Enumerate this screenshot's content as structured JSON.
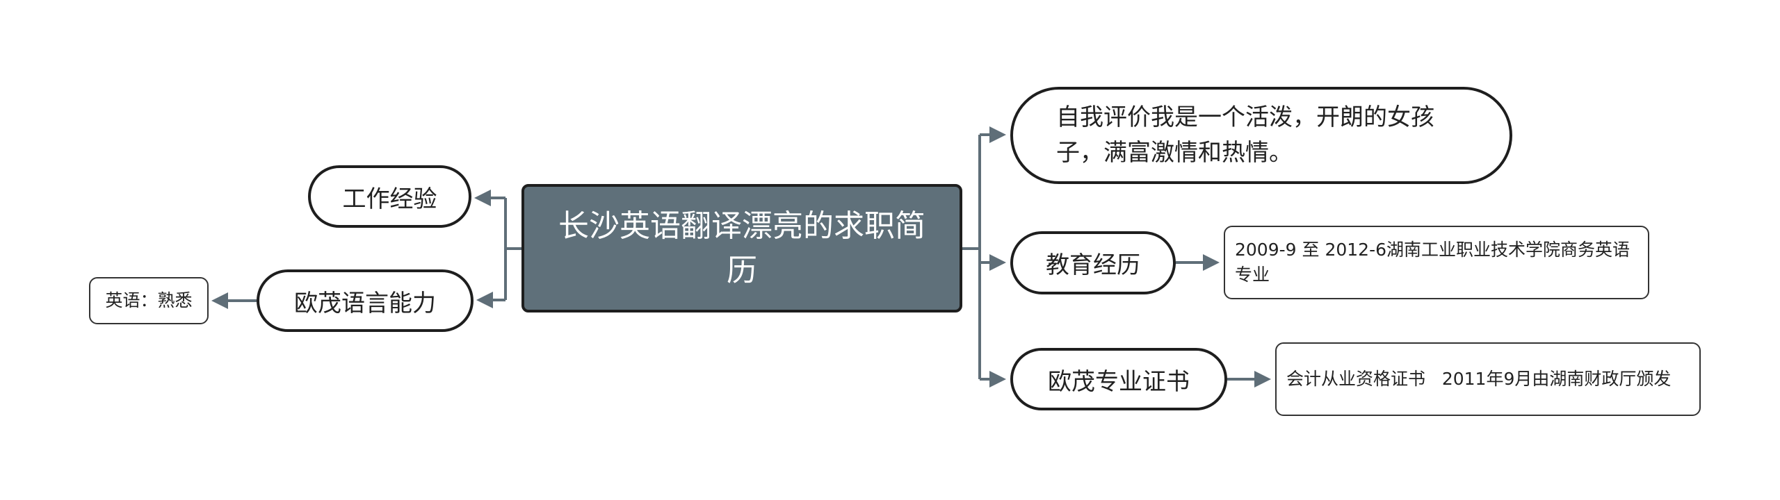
{
  "root": {
    "title": "长沙英语翻译漂亮的求职简历"
  },
  "left": [
    {
      "label": "工作经验"
    },
    {
      "label": "欧茂语言能力",
      "child": "英语：熟悉"
    }
  ],
  "right": [
    {
      "label": "自我评价我是一个活泼，开朗的女孩子，满富激情和热情。"
    },
    {
      "label": "教育经历",
      "child": "2009-9 至 2012-6湖南工业职业技术学院商务英语专业"
    },
    {
      "label": "欧茂专业证书",
      "child": "会计从业资格证书   2011年9月由湖南财政厅颁发"
    }
  ],
  "colors": {
    "connector": "#5f6e78",
    "root_fill": "#5f707a"
  }
}
